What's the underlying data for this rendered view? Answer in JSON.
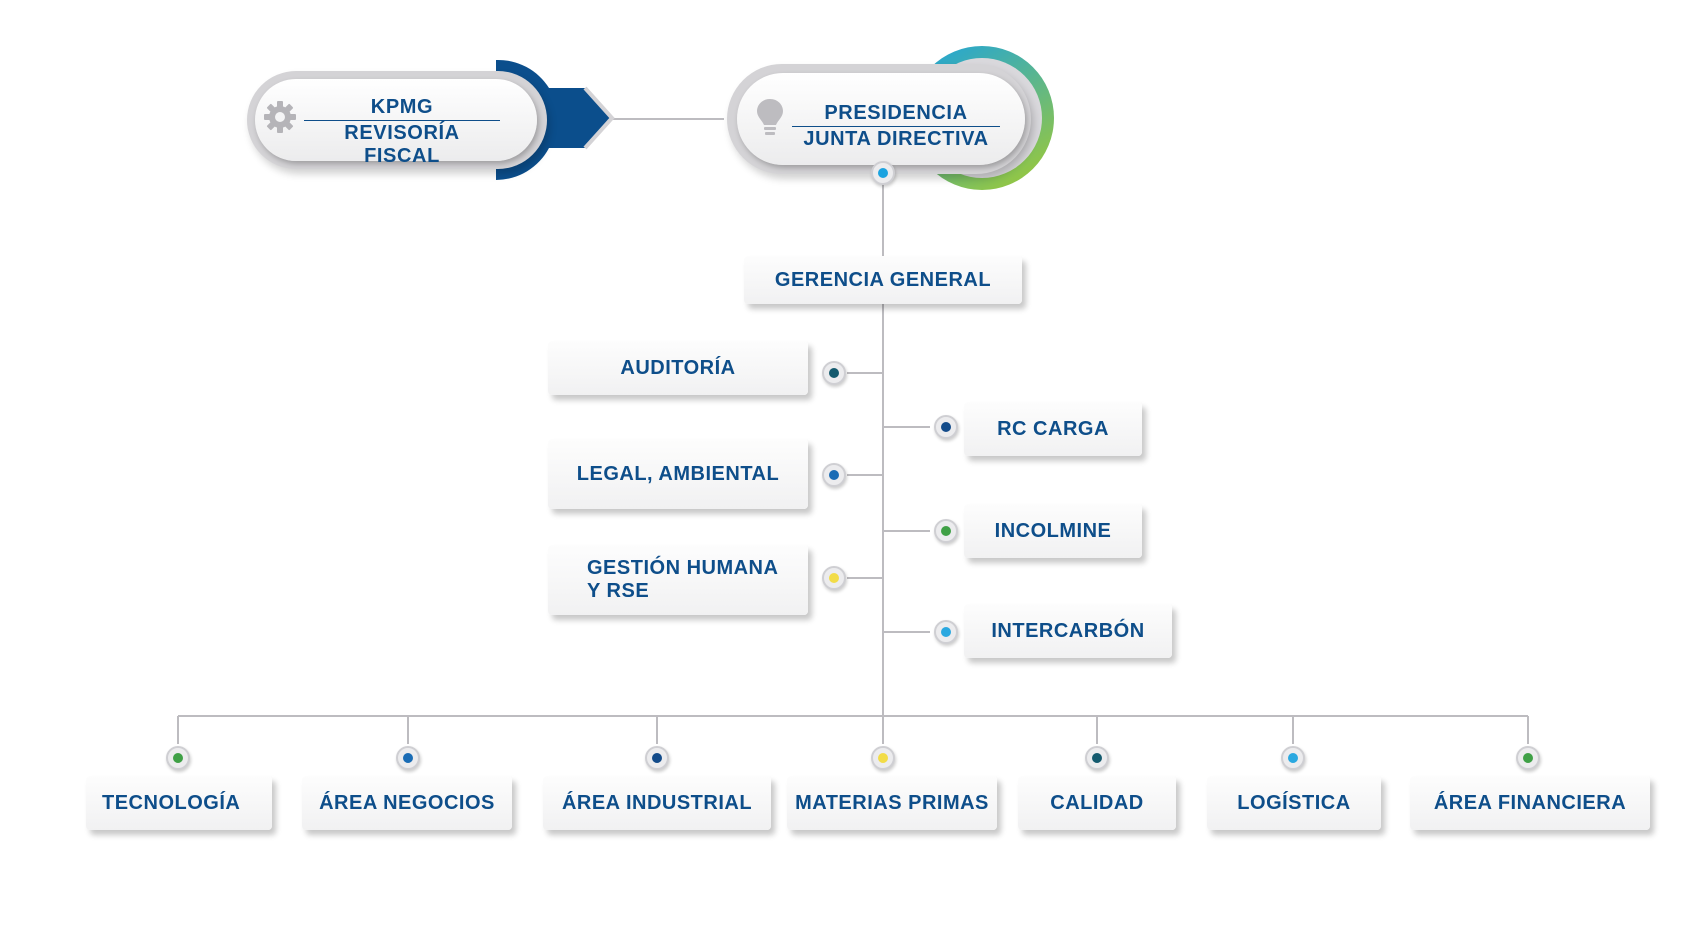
{
  "top": {
    "kpmg": {
      "line1": "KPMG",
      "line2": "REVISORÍA FISCAL",
      "icon": "gear-icon",
      "accent": "#0b4e8c"
    },
    "presidencia": {
      "line1": "PRESIDENCIA",
      "line2": "JUNTA DIRECTIVA",
      "icon": "lightbulb-icon",
      "accent_from": "#1ba3e0",
      "accent_to": "#8fc549"
    }
  },
  "gerencia": {
    "label": "GERENCIA GENERAL"
  },
  "left_units": [
    {
      "label": "AUDITORÍA",
      "dot_color": "#145a6e"
    },
    {
      "label": "LEGAL, AMBIENTAL",
      "dot_color": "#1a6cb5"
    },
    {
      "label": "GESTIÓN HUMANA\nY RSE",
      "dot_color": "#f2dc47"
    }
  ],
  "right_units": [
    {
      "label": "RC CARGA",
      "dot_color": "#134b8a"
    },
    {
      "label": "INCOLMINE",
      "dot_color": "#3fa046"
    },
    {
      "label": "INTERCARBÓN",
      "dot_color": "#2aa8e0"
    }
  ],
  "bottom_units": [
    {
      "label": "TECNOLOGÍA",
      "dot_color": "#3fa046"
    },
    {
      "label": "ÁREA NEGOCIOS",
      "dot_color": "#1a6cb5"
    },
    {
      "label": "ÁREA INDUSTRIAL",
      "dot_color": "#134b8a"
    },
    {
      "label": "MATERIAS PRIMAS",
      "dot_color": "#f2dc47"
    },
    {
      "label": "CALIDAD",
      "dot_color": "#145a6e"
    },
    {
      "label": "LOGÍSTICA",
      "dot_color": "#2aa8e0"
    },
    {
      "label": "ÁREA FINANCIERA",
      "dot_color": "#3fa046"
    }
  ],
  "colors": {
    "text": "#0e4e8a",
    "wire": "#bdbcc0",
    "top_dot": "#1ba3e0"
  }
}
